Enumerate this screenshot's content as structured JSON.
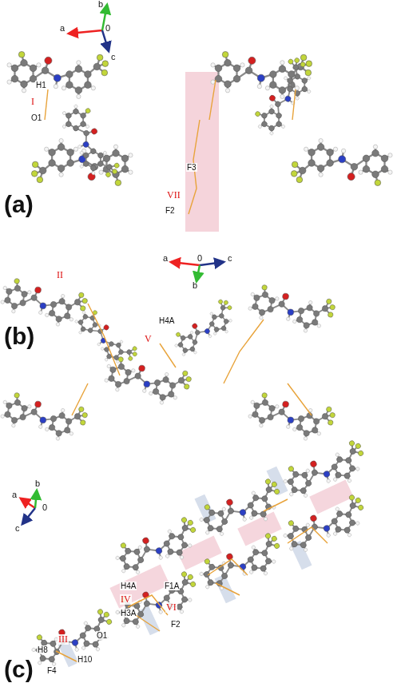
{
  "diagram": {
    "labels": [
      "a",
      "b",
      "0",
      "c",
      "H1",
      "I",
      "O1",
      "F3",
      "VII",
      "F2",
      "(a)",
      "II",
      "a",
      "0",
      "c",
      "b",
      "H4A",
      "V",
      "(b)",
      "a",
      "b",
      "0",
      "c",
      "H4A",
      "F1A",
      "IV",
      "H3A",
      "VI",
      "F2",
      "O1",
      "III",
      "H8",
      "H10",
      "F4",
      "(c)"
    ]
  }
}
